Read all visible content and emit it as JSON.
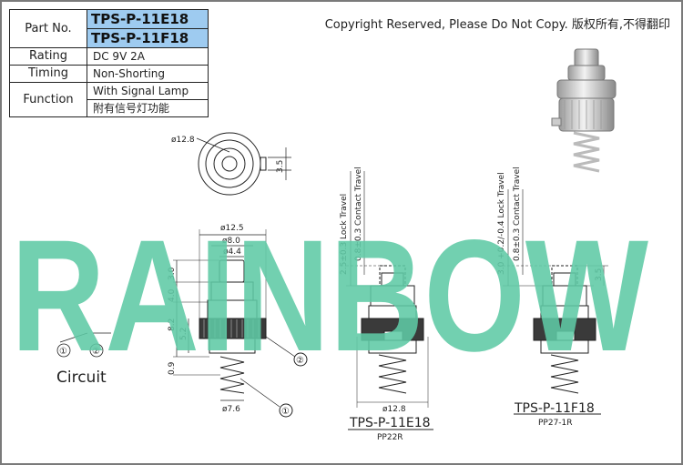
{
  "spec_table": {
    "part_no_label": "Part No.",
    "part_numbers": [
      "TPS-P-11E18",
      "TPS-P-11F18"
    ],
    "rows": [
      {
        "label": "Rating",
        "value": "DC 9V 2A"
      },
      {
        "label": "Timing",
        "value": "Non-Shorting"
      },
      {
        "label": "Function",
        "value": "With Signal Lamp",
        "value2": "附有信号灯功能"
      }
    ]
  },
  "copyright": "Copyright Reserved, Please Do Not Copy. 版权所有,不得翻印",
  "watermark": "RAINBOW",
  "circuit": {
    "label": "Circuit",
    "marker1": "①",
    "marker2": "②"
  },
  "top_view": {
    "dia": "ø12.8",
    "dim": "3.5"
  },
  "front_view": {
    "dia_outer": "ø12.5",
    "dia_mid": "ø8.0",
    "dia_inner": "ø4.4",
    "h1": "3.0",
    "h2": "4.0",
    "h3": "5.2",
    "h4": "8.2",
    "h5": "0.9",
    "spring_dia": "ø7.6",
    "callout1": "①",
    "callout2": "②"
  },
  "model_e": {
    "name": "TPS-P-11E18",
    "code": "PP22R",
    "lock_travel": "2.5±0.3 Lock Travel",
    "contact_travel": "0.8±0.3 Contact Travel",
    "dia": "ø12.8"
  },
  "model_f": {
    "name": "TPS-P-11F18",
    "code": "PP27-1R",
    "lock_travel": "3.0 +0.2/-0.4 Lock Travel",
    "contact_travel": "0.8±0.3 Contact Travel",
    "dim": "3.5"
  },
  "colors": {
    "watermark": "#5ec9a5",
    "part_no_fill": "#9ecbf0",
    "line": "#222222"
  }
}
